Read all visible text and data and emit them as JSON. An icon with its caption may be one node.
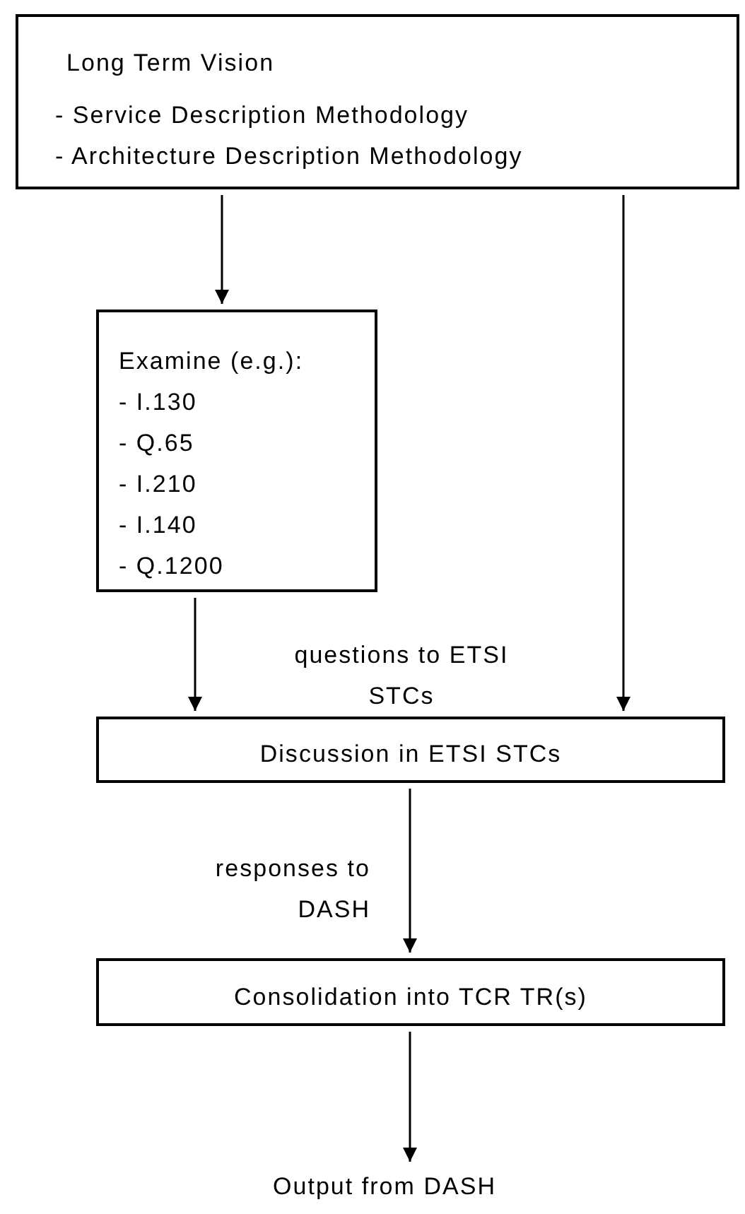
{
  "diagram": {
    "nodes": [
      {
        "text": [
          "Long Term Vision",
          "- Service Description Methodology",
          "- Architecture Description Methodology"
        ]
      },
      {
        "text": [
          "Examine (e.g.):",
          "- I.130",
          "- Q.65",
          "- I.210",
          "- I.140",
          "- Q.1200"
        ]
      },
      {
        "text": [
          "Discussion in ETSI STCs"
        ]
      },
      {
        "text": [
          "Consolidation into TCR TR(s)"
        ]
      },
      {
        "text": [
          "Output from DASH"
        ]
      }
    ],
    "edges": [
      {
        "from": 0,
        "to": 1,
        "arrow": "to"
      },
      {
        "from": 0,
        "to": 2,
        "arrow": "to"
      },
      {
        "from": 1,
        "to": 2,
        "arrow": "to"
      },
      {
        "from": 2,
        "to": 3,
        "arrow": "to",
        "label": "responses to DASH"
      },
      {
        "from": 3,
        "to": 4,
        "arrow": "to"
      }
    ],
    "labels": [
      "questions to ETSI STCs"
    ]
  }
}
